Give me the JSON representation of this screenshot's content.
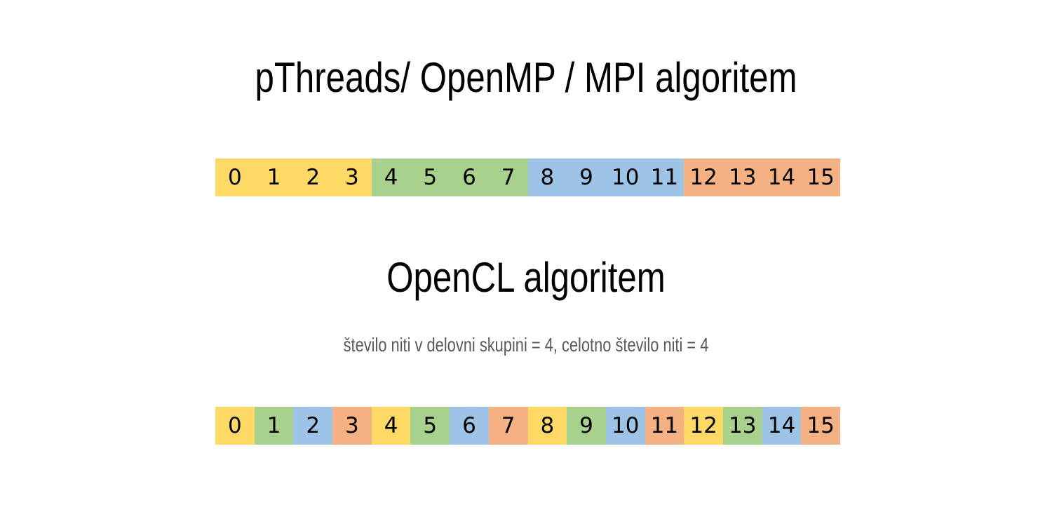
{
  "palette": {
    "yellow": "#FFD966",
    "green": "#A9D18E",
    "blue": "#9DC3E6",
    "orange": "#F4B183"
  },
  "section1": {
    "title": "pThreads/ OpenMP / MPI algoritem",
    "cells": [
      {
        "label": "0",
        "color": "#FFD966"
      },
      {
        "label": "1",
        "color": "#FFD966"
      },
      {
        "label": "2",
        "color": "#FFD966"
      },
      {
        "label": "3",
        "color": "#FFD966"
      },
      {
        "label": "4",
        "color": "#A9D18E"
      },
      {
        "label": "5",
        "color": "#A9D18E"
      },
      {
        "label": "6",
        "color": "#A9D18E"
      },
      {
        "label": "7",
        "color": "#A9D18E"
      },
      {
        "label": "8",
        "color": "#9DC3E6"
      },
      {
        "label": "9",
        "color": "#9DC3E6"
      },
      {
        "label": "10",
        "color": "#9DC3E6"
      },
      {
        "label": "11",
        "color": "#9DC3E6"
      },
      {
        "label": "12",
        "color": "#F4B183"
      },
      {
        "label": "13",
        "color": "#F4B183"
      },
      {
        "label": "14",
        "color": "#F4B183"
      },
      {
        "label": "15",
        "color": "#F4B183"
      }
    ]
  },
  "section2": {
    "title": "OpenCL algoritem",
    "subtitle": "število niti v delovni skupini = 4, celotno število niti = 4",
    "cells": [
      {
        "label": "0",
        "color": "#FFD966"
      },
      {
        "label": "1",
        "color": "#A9D18E"
      },
      {
        "label": "2",
        "color": "#9DC3E6"
      },
      {
        "label": "3",
        "color": "#F4B183"
      },
      {
        "label": "4",
        "color": "#FFD966"
      },
      {
        "label": "5",
        "color": "#A9D18E"
      },
      {
        "label": "6",
        "color": "#9DC3E6"
      },
      {
        "label": "7",
        "color": "#F4B183"
      },
      {
        "label": "8",
        "color": "#FFD966"
      },
      {
        "label": "9",
        "color": "#A9D18E"
      },
      {
        "label": "10",
        "color": "#9DC3E6"
      },
      {
        "label": "11",
        "color": "#F4B183"
      },
      {
        "label": "12",
        "color": "#FFD966"
      },
      {
        "label": "13",
        "color": "#A9D18E"
      },
      {
        "label": "14",
        "color": "#9DC3E6"
      },
      {
        "label": "15",
        "color": "#F4B183"
      }
    ]
  }
}
